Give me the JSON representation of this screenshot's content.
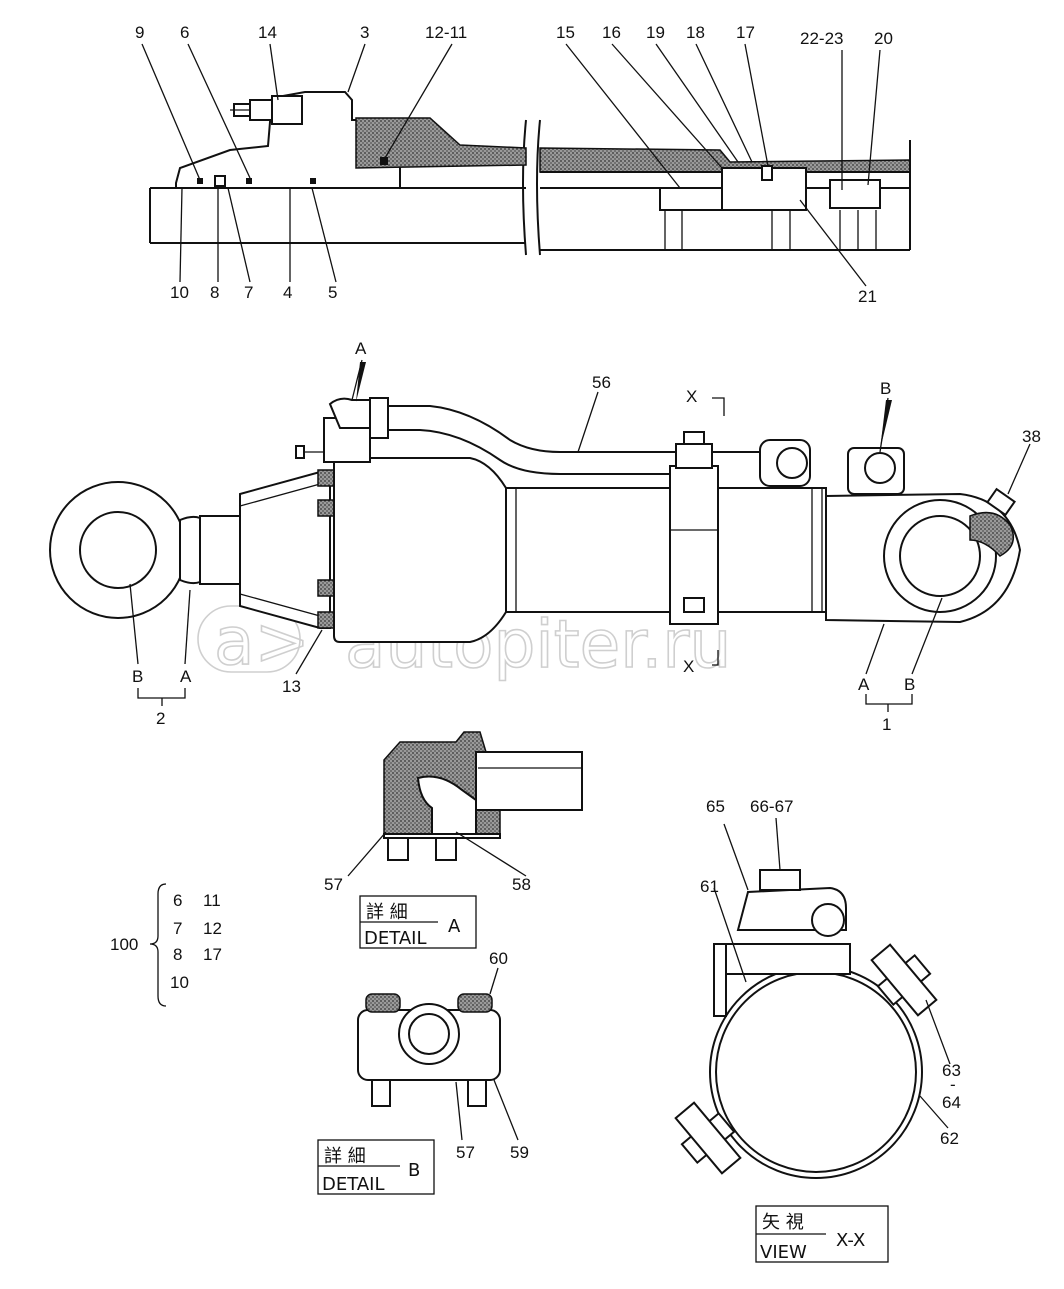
{
  "watermark": {
    "text": "autopiter.ru",
    "mark": "a>"
  },
  "section": {
    "callouts": [
      "9",
      "6",
      "14",
      "3",
      "12-11",
      "15",
      "16",
      "19",
      "18",
      "17",
      "22-23",
      "20",
      "10",
      "8",
      "7",
      "4",
      "5",
      "21"
    ]
  },
  "main_view": {
    "callouts": [
      "A",
      "56",
      "B",
      "38",
      "B",
      "A",
      "13",
      "A",
      "B"
    ],
    "group_2": "2",
    "group_1": "1",
    "view_marker_top": "X",
    "view_marker_bottom": "X"
  },
  "kit": {
    "number": "100",
    "items": [
      "6",
      "11",
      "7",
      "12",
      "8",
      "17",
      "10"
    ]
  },
  "detail_a": {
    "callouts": [
      "57",
      "58"
    ],
    "title_jp": "詳 細",
    "title_en": "DETAIL",
    "letter": "A"
  },
  "detail_b": {
    "callouts": [
      "60",
      "57",
      "59"
    ],
    "title_jp": "詳 細",
    "title_en": "DETAIL",
    "letter": "B"
  },
  "view_xx": {
    "callouts": [
      "65",
      "66-67",
      "61",
      "63",
      "-",
      "64",
      "62"
    ],
    "title_jp": "矢 視",
    "title_en": "VIEW",
    "letter": "X-X"
  }
}
